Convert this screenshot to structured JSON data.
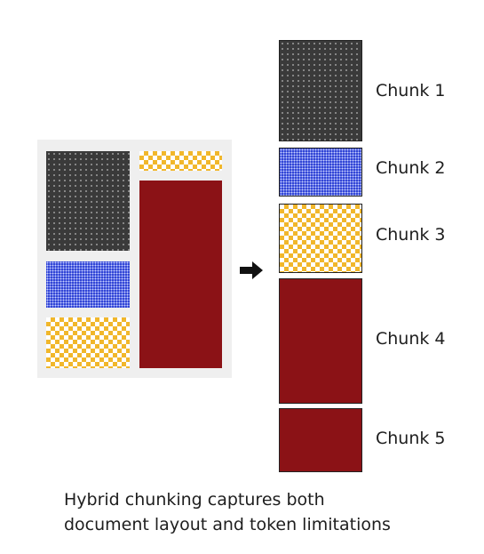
{
  "diagram": {
    "arrow_icon": "right-arrow-icon",
    "colors": {
      "dark_block": "#3a3a3a",
      "blue_block": "#2a3fd4",
      "yellow_block": "#f1b72b",
      "red_block": "#8b1216",
      "page_background": "#efefef"
    },
    "chunks": [
      {
        "label": "Chunk 1",
        "style": "dark"
      },
      {
        "label": "Chunk 2",
        "style": "blue"
      },
      {
        "label": "Chunk 3",
        "style": "yellow"
      },
      {
        "label": "Chunk 4",
        "style": "red"
      },
      {
        "label": "Chunk 5",
        "style": "red"
      }
    ],
    "caption_line1": "Hybrid chunking captures both",
    "caption_line2": "document layout and token limitations"
  }
}
